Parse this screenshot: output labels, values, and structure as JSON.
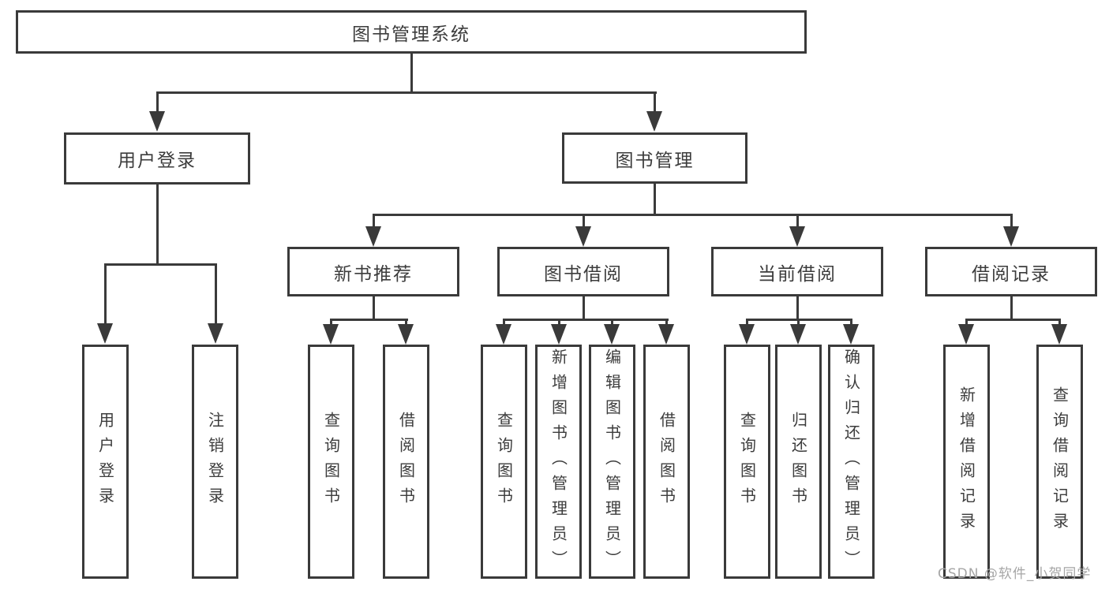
{
  "tree": {
    "label": "图书管理系统",
    "children": [
      {
        "label": "用户登录",
        "children": [
          {
            "label": "用户登录"
          },
          {
            "label": "注销登录"
          }
        ]
      },
      {
        "label": "图书管理",
        "children": [
          {
            "label": "新书推荐",
            "children": [
              {
                "label": "查询图书"
              },
              {
                "label": "借阅图书"
              }
            ]
          },
          {
            "label": "图书借阅",
            "children": [
              {
                "label": "查询图书"
              },
              {
                "label": "新增图书（管理员）"
              },
              {
                "label": "编辑图书（管理员）"
              },
              {
                "label": "借阅图书"
              }
            ]
          },
          {
            "label": "当前借阅",
            "children": [
              {
                "label": "查询图书"
              },
              {
                "label": "归还图书"
              },
              {
                "label": "确认归还（管理员）"
              }
            ]
          },
          {
            "label": "借阅记录",
            "children": [
              {
                "label": "新增借阅记录"
              },
              {
                "label": "查询借阅记录"
              }
            ]
          }
        ]
      }
    ]
  },
  "watermark": "CSDN @软件_小贺同学",
  "colors": {
    "line": "#3a3a3a",
    "text": "#3c3c3c",
    "watermark": "#a6a6a6"
  }
}
